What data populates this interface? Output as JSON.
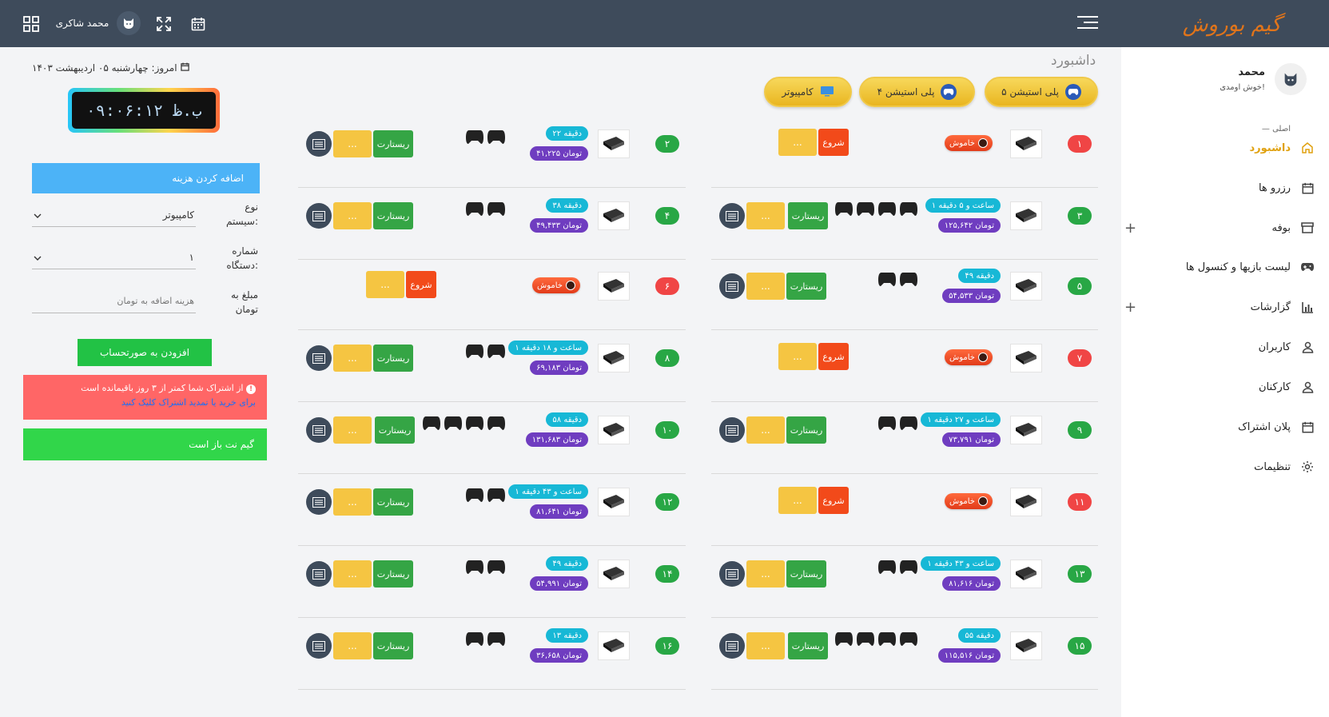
{
  "brand": {
    "logo_text": "گیم بوروش"
  },
  "topbar": {
    "user_name": "محمد شاکری"
  },
  "sidebar": {
    "profile_name": "محمد",
    "profile_greeting": "خوش اومدی!",
    "section_label": "اصلی",
    "items": [
      {
        "label": "داشبورد",
        "icon": "home-icon",
        "active": true,
        "expandable": false
      },
      {
        "label": "رزرو ها",
        "icon": "calendar-icon",
        "active": false,
        "expandable": false
      },
      {
        "label": "بوفه",
        "icon": "store-icon",
        "active": false,
        "expandable": true
      },
      {
        "label": "لیست بازیها و کنسول ها",
        "icon": "gamepad-icon",
        "active": false,
        "expandable": false
      },
      {
        "label": "گزارشات",
        "icon": "chart-icon",
        "active": false,
        "expandable": true
      },
      {
        "label": "کاربران",
        "icon": "user-icon",
        "active": false,
        "expandable": false
      },
      {
        "label": "کارکنان",
        "icon": "user-icon",
        "active": false,
        "expandable": false
      },
      {
        "label": "پلان اشتراک",
        "icon": "calendar-icon",
        "active": false,
        "expandable": false
      },
      {
        "label": "تنظیمات",
        "icon": "gear-icon",
        "active": false,
        "expandable": false
      }
    ]
  },
  "main": {
    "title": "داشبورد",
    "tabs": [
      {
        "label": "پلی استیشن ۵"
      },
      {
        "label": "پلی استیشن ۴"
      },
      {
        "label": "کامپیوتر"
      }
    ],
    "labels": {
      "off": "خاموش",
      "start": "شروع",
      "restart": "ریستارت",
      "more": "..."
    },
    "devices": [
      {
        "num": "۱",
        "on": false
      },
      {
        "num": "۲",
        "on": true,
        "time": "۲۲ دقیقه",
        "price": "۴۱,۲۲۵ تومان",
        "pads": 2
      },
      {
        "num": "۳",
        "on": true,
        "time": "۱ ساعت و ۵ دقیقه",
        "price": "۱۲۵,۶۴۲ تومان",
        "pads": 4
      },
      {
        "num": "۴",
        "on": true,
        "time": "۳۸ دقیقه",
        "price": "۴۹,۴۳۳ تومان",
        "pads": 2
      },
      {
        "num": "۵",
        "on": true,
        "time": "۴۹ دقیقه",
        "price": "۵۴,۵۳۳ تومان",
        "pads": 2
      },
      {
        "num": "۶",
        "on": false
      },
      {
        "num": "۷",
        "on": false
      },
      {
        "num": "۸",
        "on": true,
        "time": "۱ ساعت و ۱۸ دقیقه",
        "price": "۶۹,۱۸۳ تومان",
        "pads": 2
      },
      {
        "num": "۹",
        "on": true,
        "time": "۱ ساعت و ۲۷ دقیقه",
        "price": "۷۳,۷۹۱ تومان",
        "pads": 2
      },
      {
        "num": "۱۰",
        "on": true,
        "time": "۵۸ دقیقه",
        "price": "۱۳۱,۶۸۳ تومان",
        "pads": 4
      },
      {
        "num": "۱۱",
        "on": false
      },
      {
        "num": "۱۲",
        "on": true,
        "time": "۱ ساعت و ۴۳ دقیقه",
        "price": "۸۱,۶۴۱ تومان",
        "pads": 2
      },
      {
        "num": "۱۳",
        "on": true,
        "time": "۱ ساعت و ۴۳ دقیقه",
        "price": "۸۱,۶۱۶ تومان",
        "pads": 2
      },
      {
        "num": "۱۴",
        "on": true,
        "time": "۴۹ دقیقه",
        "price": "۵۴,۹۹۱ تومان",
        "pads": 2
      },
      {
        "num": "۱۵",
        "on": true,
        "time": "۵۵ دقیقه",
        "price": "۱۱۵,۵۱۶ تومان",
        "pads": 4
      },
      {
        "num": "۱۶",
        "on": true,
        "time": "۱۳ دقیقه",
        "price": "۳۶,۶۵۸ تومان",
        "pads": 2
      }
    ]
  },
  "left_panel": {
    "today": "امروز: چهارشنبه ۰۵ اردیبهشت ۱۴۰۳",
    "clock": "۰۹:۰۶:۱۲ ب.ظ",
    "add_cost_title": "اضافه کردن هزینه",
    "system_type_label": "نوع سیستم:",
    "system_type_value": "کامپیوتر",
    "device_number_label": "شماره دستگاه:",
    "device_number_value": "۱",
    "amount_label": "مبلغ به تومان",
    "amount_placeholder": "هزینه اضافه به تومان",
    "add_button": "افزودن به صورتحساب",
    "alert_text": "از اشتراک شما کمتر از ۳ روز باقیمانده است",
    "alert_link": "برای خرید یا تمدید اشتراک کلیک کنید",
    "status": "گیم نت باز است"
  }
}
